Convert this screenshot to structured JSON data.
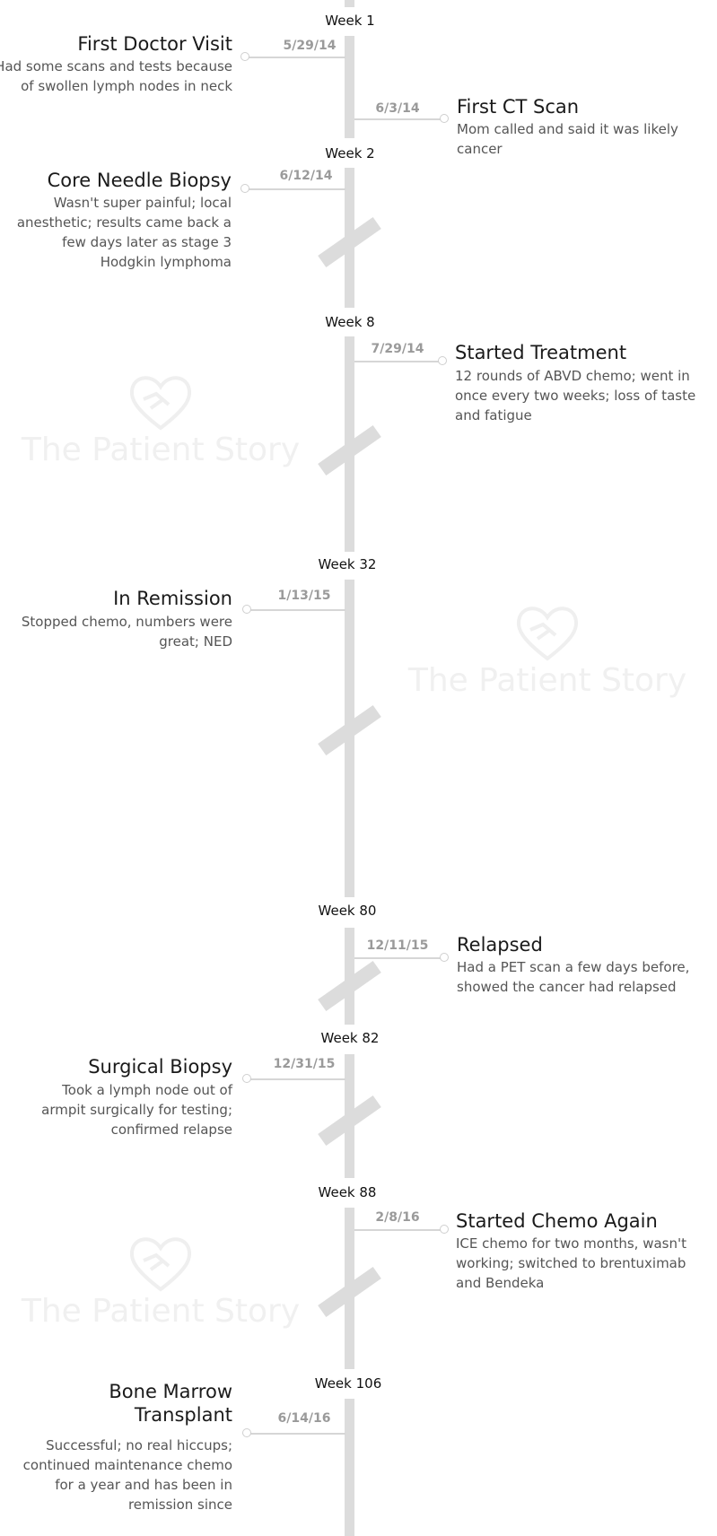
{
  "watermark": {
    "text": "The Patient Story",
    "icon": "heart-handshake-icon"
  },
  "events": [
    {
      "week": "Week 1",
      "date": "5/29/14",
      "title": "First Doctor Visit",
      "desc": "Had some scans and tests because of swollen lymph nodes in neck"
    },
    {
      "week": "",
      "date": "6/3/14",
      "title": "First CT Scan",
      "desc": "Mom called and said it was likely cancer"
    },
    {
      "week": "Week 2",
      "date": "6/12/14",
      "title": "Core Needle Biopsy",
      "desc": "Wasn't super painful; local anesthetic; results came back a few days later as stage 3 Hodgkin lymphoma"
    },
    {
      "week": "Week 8",
      "date": "7/29/14",
      "title": "Started Treatment",
      "desc": "12 rounds of ABVD chemo; went in once every two weeks; loss of taste and fatigue"
    },
    {
      "week": "Week 32",
      "date": "1/13/15",
      "title": "In Remission",
      "desc": "Stopped chemo, numbers were great; NED"
    },
    {
      "week": "Week 80",
      "date": "12/11/15",
      "title": "Relapsed",
      "desc": "Had a PET scan a few days before, showed the cancer had relapsed"
    },
    {
      "week": "Week 82",
      "date": "12/31/15",
      "title": "Surgical Biopsy",
      "desc": "Took a lymph node out of armpit surgically for testing; confirmed relapse"
    },
    {
      "week": "Week 88",
      "date": "2/8/16",
      "title": "Started Chemo Again",
      "desc": "ICE chemo for two months, wasn't working; switched to  brentuximab and Bendeka"
    },
    {
      "week": "Week 106",
      "date": "6/14/16",
      "title": "Bone Marrow Transplant",
      "desc": "Successful; no real hiccups; continued maintenance chemo for a year and has been in remission since"
    }
  ]
}
